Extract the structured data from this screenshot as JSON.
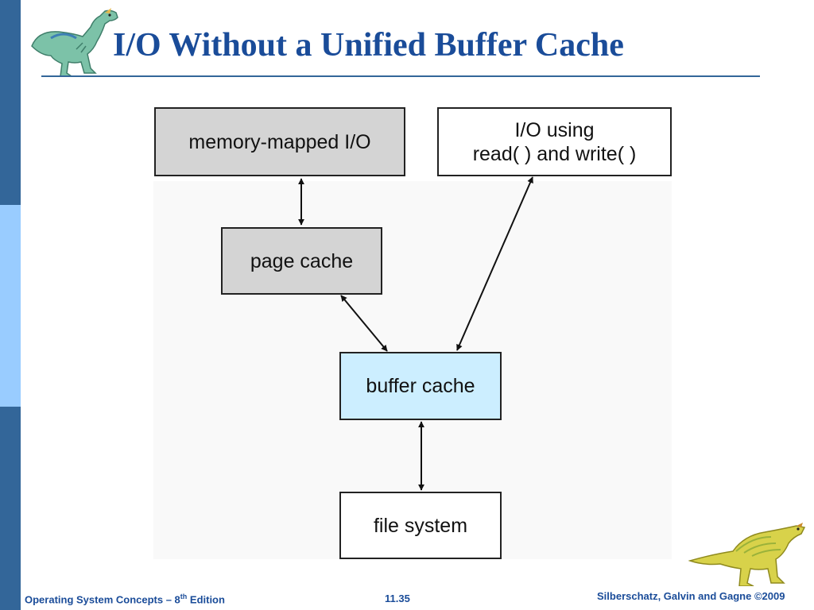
{
  "title": "I/O Without a Unified Buffer Cache",
  "diagram": {
    "nodes": {
      "memory_mapped_io": {
        "label": "memory-mapped I/O",
        "fill": "#d4d4d4"
      },
      "io_read_write": {
        "label": "I/O using\nread( ) and write( )",
        "fill": "#ffffff"
      },
      "page_cache": {
        "label": "page cache",
        "fill": "#d4d4d4"
      },
      "buffer_cache": {
        "label": "buffer cache",
        "fill": "#cceeff"
      },
      "file_system": {
        "label": "file system",
        "fill": "#ffffff"
      }
    },
    "edges": [
      {
        "from": "memory_mapped_io",
        "to": "page_cache",
        "direction": "both"
      },
      {
        "from": "page_cache",
        "to": "buffer_cache",
        "direction": "both"
      },
      {
        "from": "io_read_write",
        "to": "buffer_cache",
        "direction": "both"
      },
      {
        "from": "buffer_cache",
        "to": "file_system",
        "direction": "both"
      }
    ]
  },
  "footer": {
    "course_prefix": "Operating System Concepts – 8",
    "course_superscript": "th",
    "course_suffix": " Edition",
    "page_number": "11.35",
    "copyright": "Silberschatz, Galvin and Gagne ©2009"
  },
  "colors": {
    "title": "#1a4c99",
    "sidebar_dark": "#336699",
    "sidebar_light": "#99ccff",
    "grey_box": "#d4d4d4",
    "highlight_box": "#cceeff"
  },
  "icons": {
    "top_left": "green-dinosaur-icon",
    "bottom_right": "yellow-dinosaur-icon"
  }
}
